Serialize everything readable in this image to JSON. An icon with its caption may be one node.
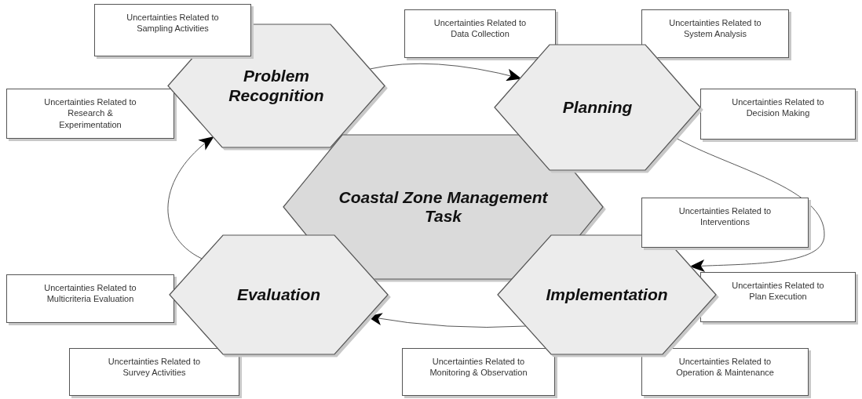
{
  "diagram": {
    "nodes": [
      {
        "text": [
          "Uncertainties Related to Sampling Activities"
        ]
      },
      {
        "text": [
          "Uncertainties Related to Data Collection"
        ]
      },
      {
        "text": [
          "Uncertainties Related to System Analysis"
        ]
      },
      {
        "text": [
          "Uncertainties Related to Research & Experimentation"
        ]
      },
      {
        "text": [
          "Problem Recognition"
        ]
      },
      {
        "text": [
          "Planning"
        ]
      },
      {
        "text": [
          "Uncertainties Related to Decision Making"
        ]
      },
      {
        "text": [
          "Coastal Zone Management Task"
        ]
      },
      {
        "text": [
          "Uncertainties Related to Interventions"
        ]
      },
      {
        "text": [
          "Uncertainties Related to Multicriteria Evaluation"
        ]
      },
      {
        "text": [
          "Evaluation"
        ]
      },
      {
        "text": [
          "Implementation"
        ]
      },
      {
        "text": [
          "Uncertainties Related to Plan Execution"
        ]
      },
      {
        "text": [
          "Uncertainties Related to Survey Activities"
        ]
      },
      {
        "text": [
          "Uncertainties Related to Monitoring & Observation"
        ]
      },
      {
        "text": [
          "Uncertainties Related to Operation & Maintenance"
        ]
      }
    ],
    "edges": [
      {
        "from": 4,
        "to": 5,
        "arrow": "to"
      },
      {
        "from": 5,
        "to": 11,
        "arrow": "to"
      },
      {
        "from": 11,
        "to": 10,
        "arrow": "to"
      },
      {
        "from": 10,
        "to": 4,
        "arrow": "to"
      }
    ]
  }
}
